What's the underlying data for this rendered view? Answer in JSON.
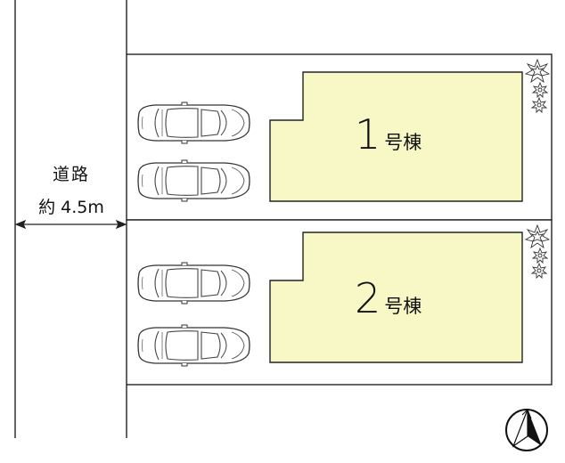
{
  "road": {
    "name": "道路",
    "width_label": "約 4.5m"
  },
  "buildings": [
    {
      "number": "1",
      "suffix": "号棟",
      "fill": "#f8f8c6"
    },
    {
      "number": "2",
      "suffix": "号棟",
      "fill": "#f8f8c6"
    }
  ],
  "parking": {
    "cars_per_lot": 2,
    "total_cars": 4
  },
  "icons": {
    "compass": "north-arrow-icon",
    "trees": "shrub-icon",
    "car": "car-top-view-icon"
  },
  "colors": {
    "building_fill": "#f8f8c6",
    "lines": "#222222"
  }
}
